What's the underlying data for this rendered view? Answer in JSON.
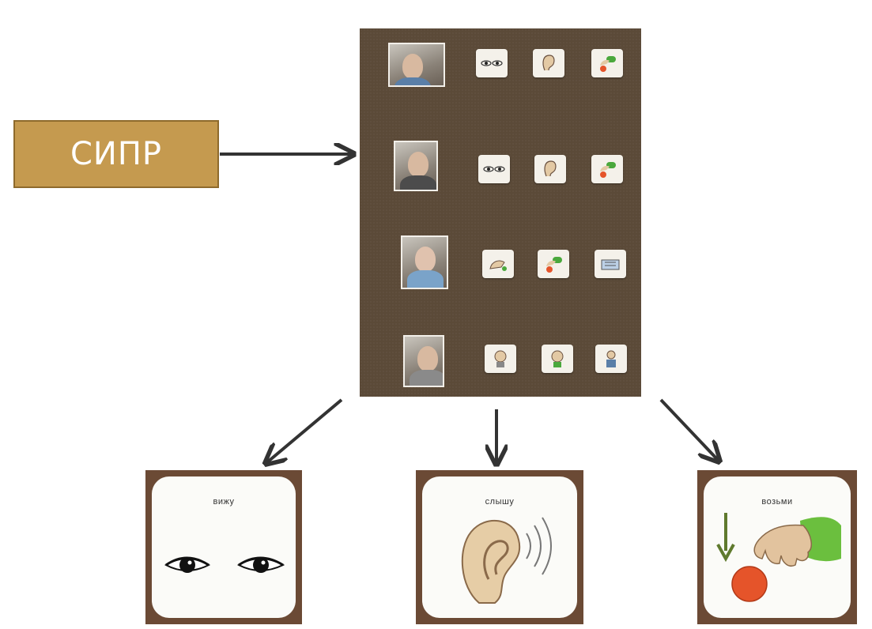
{
  "label": {
    "text": "СИПР"
  },
  "cards": [
    {
      "title": "вижу",
      "icon": "eyes-icon"
    },
    {
      "title": "слышу",
      "icon": "ear-icon"
    },
    {
      "title": "возьми",
      "icon": "hand-take-icon"
    }
  ],
  "board": {
    "rows": [
      {
        "photo": "person-photo",
        "symbols": [
          "eyes-icon",
          "ear-icon",
          "hand-take-icon"
        ]
      },
      {
        "photo": "person-photo",
        "symbols": [
          "eyes-icon",
          "ear-icon",
          "hand-take-icon"
        ]
      },
      {
        "photo": "person-photo",
        "symbols": [
          "hand-icon",
          "hand-take-icon",
          "activity-icon"
        ]
      },
      {
        "photo": "person-photo",
        "symbols": [
          "head-icon",
          "head-icon",
          "person-icon"
        ]
      }
    ]
  },
  "colors": {
    "label_bg": "#c59a4f",
    "board_bg": "#5b4a38",
    "card_frame": "#6b4a35",
    "arrow": "#333333"
  }
}
